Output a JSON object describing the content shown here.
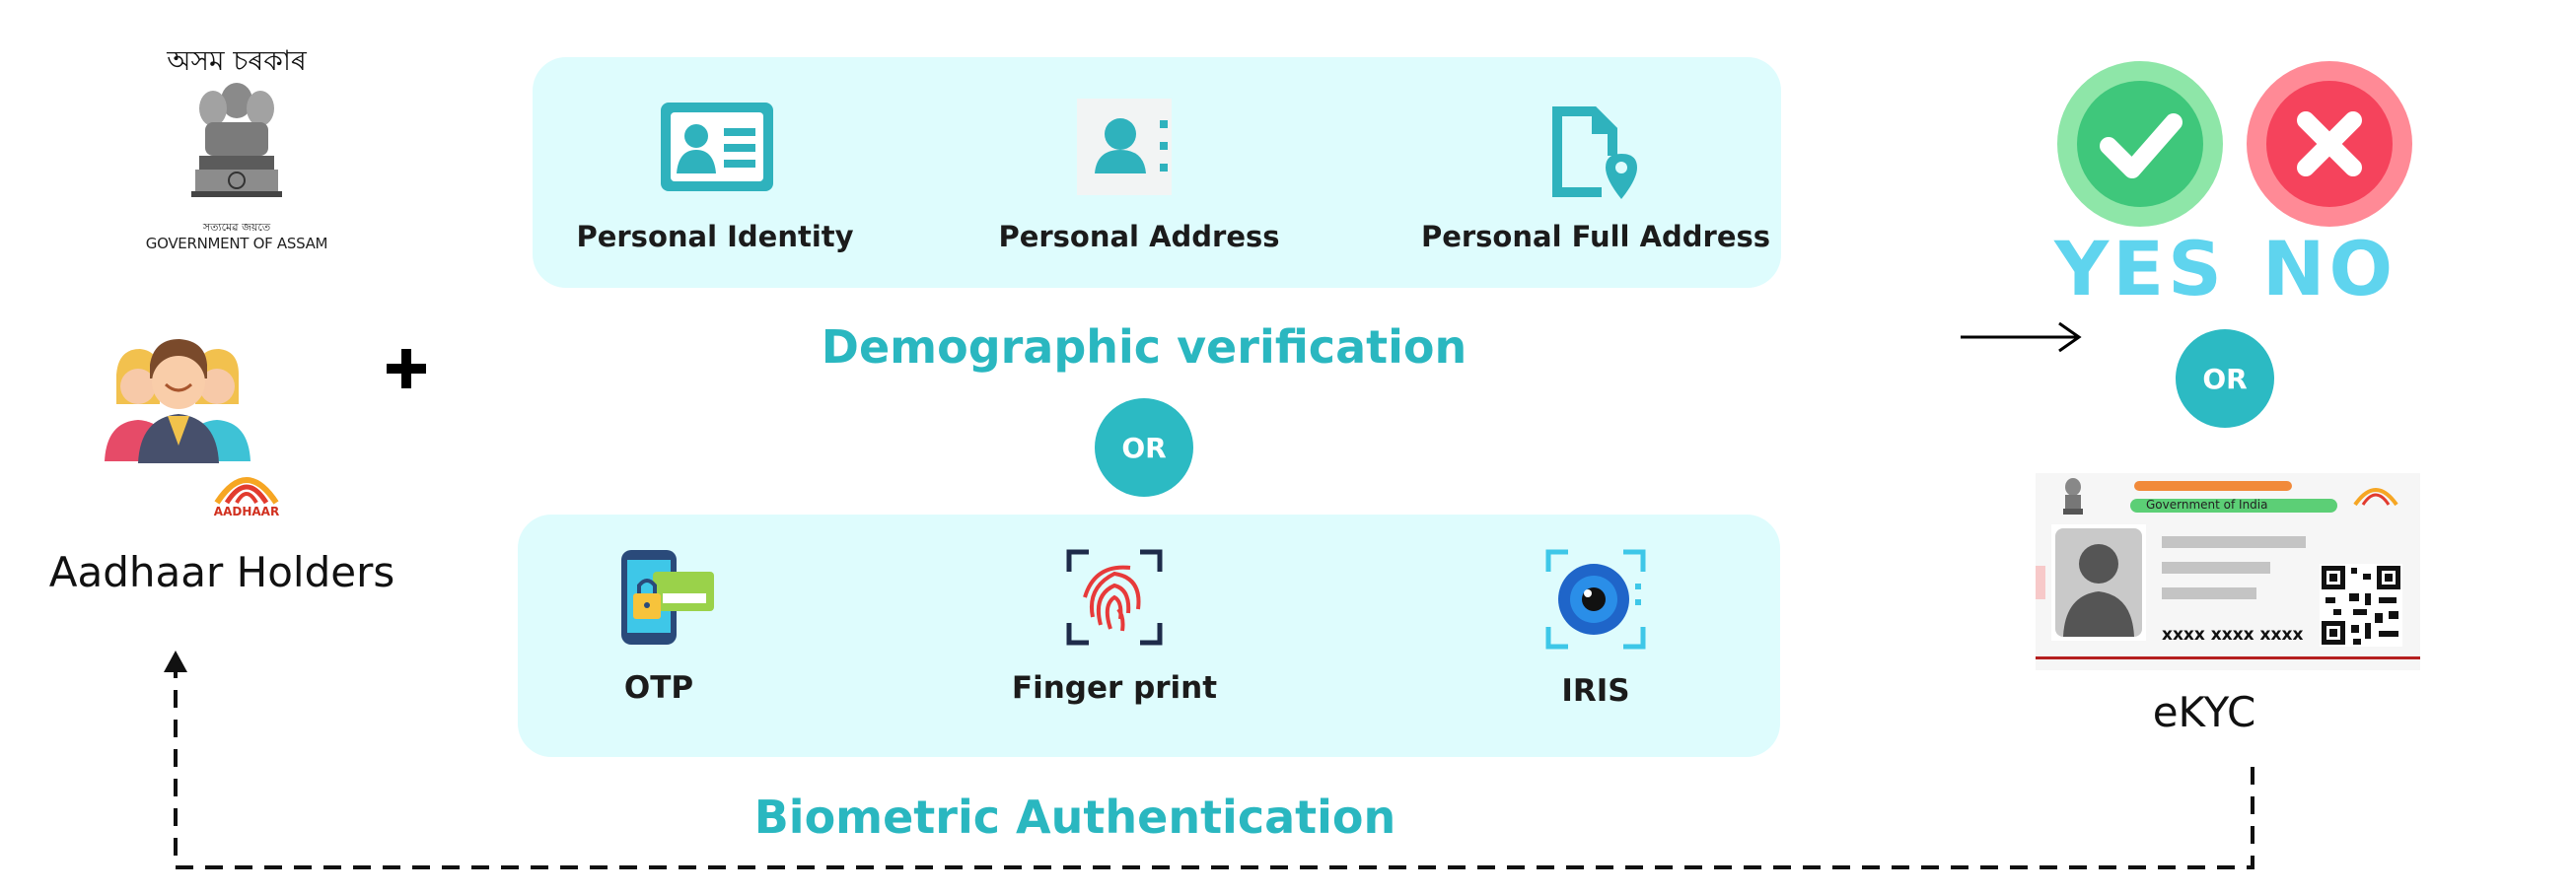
{
  "govt": {
    "script_title": "অসম চৰকাৰ",
    "motto": "সত্যমেৱ জয়তে",
    "name": "GOVERNMENT OF ASSAM"
  },
  "holders": {
    "aadhaar_logo_text": "AADHAAR",
    "label": "Aadhaar Holders",
    "plus_icon": "plus-icon"
  },
  "demographic": {
    "items": [
      {
        "label": "Personal Identity",
        "icon": "id-card-icon"
      },
      {
        "label": "Personal Address",
        "icon": "contact-card-icon"
      },
      {
        "label": "Personal Full Address",
        "icon": "location-document-icon"
      }
    ],
    "title": "Demographic verification"
  },
  "or_label": "OR",
  "biometric": {
    "items": [
      {
        "label": "OTP",
        "icon": "otp-phone-icon"
      },
      {
        "label": "Finger print",
        "icon": "fingerprint-icon"
      },
      {
        "label": "IRIS",
        "icon": "iris-scan-icon"
      }
    ],
    "title": "Biometric Authentication"
  },
  "result": {
    "yes": "YES",
    "no": "NO",
    "or_label": "OR",
    "card_header": "Government of India",
    "card_number": "xxxx xxxx xxxx",
    "ekyc_label": "eKYC"
  },
  "colors": {
    "panel_bg": "#defcfd",
    "teal": "#2ab7c0",
    "yes_green": "#3fc77b",
    "no_red": "#f5435c",
    "word_blue": "#5fd4ee"
  }
}
